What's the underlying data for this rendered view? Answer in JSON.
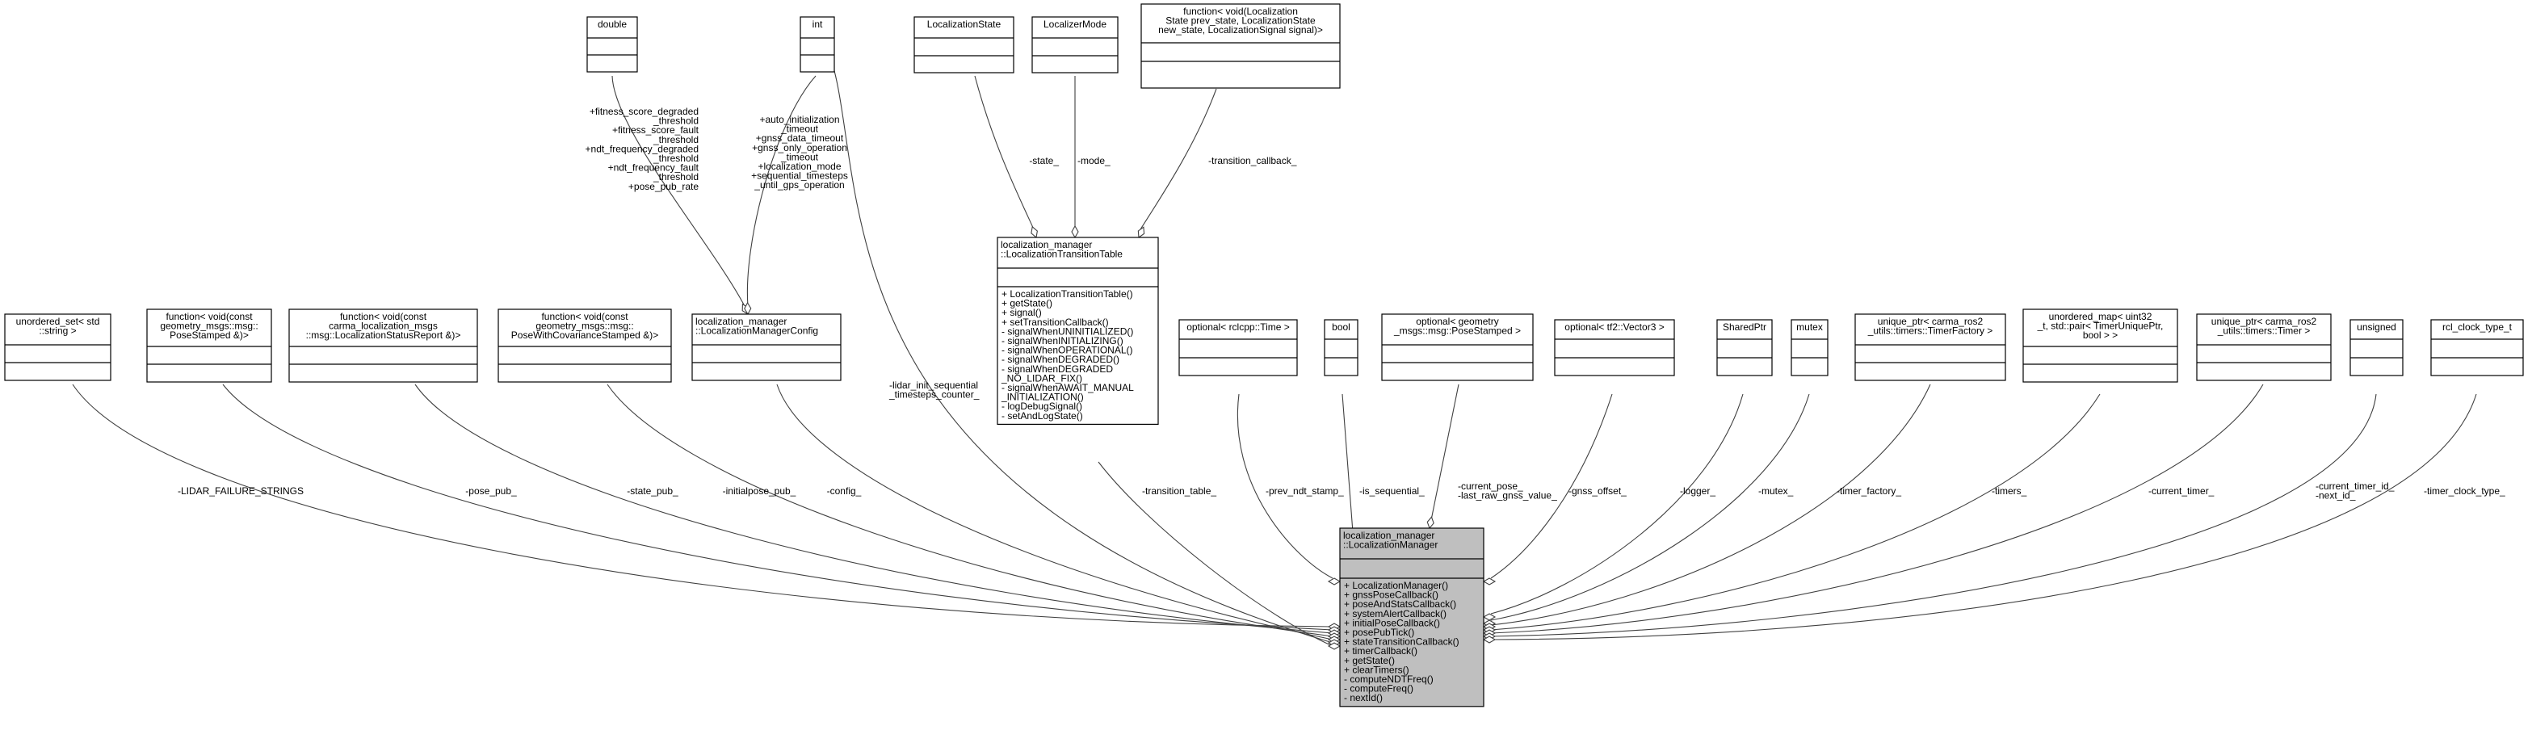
{
  "classes": [
    {
      "id": "double",
      "title": [
        "double"
      ],
      "members": []
    },
    {
      "id": "int",
      "title": [
        "int"
      ],
      "members": []
    },
    {
      "id": "localization_state",
      "title": [
        "LocalizationState"
      ],
      "members": []
    },
    {
      "id": "localizer_mode",
      "title": [
        "LocalizerMode"
      ],
      "members": []
    },
    {
      "id": "transition_callback_type",
      "title": [
        "function< void(Localization",
        "State prev_state, LocalizationState",
        " new_state, LocalizationSignal signal)>"
      ],
      "members": []
    },
    {
      "id": "transition_table",
      "title": [
        "localization_manager",
        "::LocalizationTransitionTable"
      ],
      "members": [
        "+ LocalizationTransitionTable()",
        "+ getState()",
        "+ signal()",
        "+ setTransitionCallback()",
        "- signalWhenUNINITIALIZED()",
        "- signalWhenINITIALIZING()",
        "- signalWhenOPERATIONAL()",
        "- signalWhenDEGRADED()",
        "- signalWhenDEGRADED",
        "_NO_LIDAR_FIX()",
        "- signalWhenAWAIT_MANUAL",
        "_INITIALIZATION()",
        "- logDebugSignal()",
        "- setAndLogState()"
      ]
    },
    {
      "id": "unordered_set",
      "title": [
        "unordered_set< std",
        "::string >"
      ],
      "members": []
    },
    {
      "id": "fn_pose_stamped",
      "title": [
        "function< void(const",
        " geometry_msgs::msg::",
        "PoseStamped &)>"
      ],
      "members": []
    },
    {
      "id": "fn_status_report",
      "title": [
        "function< void(const",
        " carma_localization_msgs",
        "::msg::LocalizationStatusReport &)>"
      ],
      "members": []
    },
    {
      "id": "fn_pose_cov",
      "title": [
        "function< void(const",
        " geometry_msgs::msg::",
        "PoseWithCovarianceStamped &)>"
      ],
      "members": []
    },
    {
      "id": "manager_config",
      "title": [
        "localization_manager",
        "::LocalizationManagerConfig"
      ],
      "members": []
    },
    {
      "id": "optional_time",
      "title": [
        "optional< rclcpp::Time >"
      ],
      "members": []
    },
    {
      "id": "bool",
      "title": [
        "bool"
      ],
      "members": []
    },
    {
      "id": "optional_pose",
      "title": [
        "optional< geometry",
        "_msgs::msg::PoseStamped >"
      ],
      "members": []
    },
    {
      "id": "optional_vector",
      "title": [
        "optional< tf2::Vector3 >"
      ],
      "members": []
    },
    {
      "id": "shared_ptr",
      "title": [
        "SharedPtr"
      ],
      "members": []
    },
    {
      "id": "mutex",
      "title": [
        "mutex"
      ],
      "members": []
    },
    {
      "id": "unique_ptr_factory",
      "title": [
        "unique_ptr< carma_ros2",
        "_utils::timers::TimerFactory >"
      ],
      "members": []
    },
    {
      "id": "unordered_map",
      "title": [
        "unordered_map< uint32",
        "_t, std::pair< TimerUniquePtr,",
        " bool > >"
      ],
      "members": []
    },
    {
      "id": "unique_ptr_timer",
      "title": [
        "unique_ptr< carma_ros2",
        "_utils::timers::Timer >"
      ],
      "members": []
    },
    {
      "id": "unsigned",
      "title": [
        "unsigned"
      ],
      "members": []
    },
    {
      "id": "rcl_clock",
      "title": [
        "rcl_clock_type_t"
      ],
      "members": []
    },
    {
      "id": "manager",
      "title": [
        "localization_manager",
        "::LocalizationManager"
      ],
      "members": [
        "+ LocalizationManager()",
        "+ gnssPoseCallback()",
        "+ poseAndStatsCallback()",
        "+ systemAlertCallback()",
        "+ initialPoseCallback()",
        "+ posePubTick()",
        "+ stateTransitionCallback()",
        "+ timerCallback()",
        "+ getState()",
        "+ clearTimers()",
        "- computeNDTFreq()",
        "- computeFreq()",
        "- nextId()"
      ]
    }
  ],
  "edges": [
    {
      "id": "e_double_config",
      "from": "double",
      "to": "manager_config",
      "label": [
        "+fitness_score_degraded",
        "_threshold",
        "+fitness_score_fault",
        "_threshold",
        "+ndt_frequency_degraded",
        "_threshold",
        "+ndt_frequency_fault",
        "_threshold",
        "+pose_pub_rate"
      ]
    },
    {
      "id": "e_int_config",
      "from": "int",
      "to": "manager_config",
      "label": [
        "+auto_initialization",
        "_timeout",
        "+gnss_data_timeout",
        "+gnss_only_operation",
        "_timeout",
        "+localization_mode",
        "+sequential_timesteps",
        "_until_gps_operation"
      ]
    },
    {
      "id": "e_state",
      "from": "localization_state",
      "to": "transition_table",
      "label": [
        "-state_"
      ]
    },
    {
      "id": "e_mode",
      "from": "localizer_mode",
      "to": "transition_table",
      "label": [
        "-mode_"
      ]
    },
    {
      "id": "e_transition_cb",
      "from": "transition_callback_type",
      "to": "transition_table",
      "label": [
        "-transition_callback_"
      ]
    },
    {
      "id": "e_lidar_strings",
      "from": "unordered_set",
      "to": "manager",
      "label": [
        "-LIDAR_FAILURE_STRINGS"
      ]
    },
    {
      "id": "e_pose_pub",
      "from": "fn_pose_stamped",
      "to": "manager",
      "label": [
        "-pose_pub_"
      ]
    },
    {
      "id": "e_state_pub",
      "from": "fn_status_report",
      "to": "manager",
      "label": [
        "-state_pub_"
      ]
    },
    {
      "id": "e_initialpose_pub",
      "from": "fn_pose_cov",
      "to": "manager",
      "label": [
        "-initialpose_pub_"
      ]
    },
    {
      "id": "e_config",
      "from": "manager_config",
      "to": "manager",
      "label": [
        "-config_"
      ]
    },
    {
      "id": "e_lidar_counter",
      "from": "int",
      "to": "manager",
      "label": [
        "-lidar_init_sequential",
        "_timesteps_counter_"
      ]
    },
    {
      "id": "e_transition_table",
      "from": "transition_table",
      "to": "manager",
      "label": [
        "-transition_table_"
      ]
    },
    {
      "id": "e_prev_ndt",
      "from": "optional_time",
      "to": "manager",
      "label": [
        "-prev_ndt_stamp_"
      ]
    },
    {
      "id": "e_is_seq",
      "from": "bool",
      "to": "manager",
      "label": [
        "-is_sequential_"
      ]
    },
    {
      "id": "e_current_pose",
      "from": "optional_pose",
      "to": "manager",
      "label": [
        "-current_pose_",
        "-last_raw_gnss_value_"
      ]
    },
    {
      "id": "e_gnss_offset",
      "from": "optional_vector",
      "to": "manager",
      "label": [
        "-gnss_offset_"
      ]
    },
    {
      "id": "e_logger",
      "from": "shared_ptr",
      "to": "manager",
      "label": [
        "-logger_"
      ]
    },
    {
      "id": "e_mutex",
      "from": "mutex",
      "to": "manager",
      "label": [
        "-mutex_"
      ]
    },
    {
      "id": "e_timer_factory",
      "from": "unique_ptr_factory",
      "to": "manager",
      "label": [
        "-timer_factory_"
      ]
    },
    {
      "id": "e_timers",
      "from": "unordered_map",
      "to": "manager",
      "label": [
        "-timers_"
      ]
    },
    {
      "id": "e_current_timer",
      "from": "unique_ptr_timer",
      "to": "manager",
      "label": [
        "-current_timer_"
      ]
    },
    {
      "id": "e_timer_id",
      "from": "unsigned",
      "to": "manager",
      "label": [
        "-current_timer_id_",
        "-next_id_"
      ]
    },
    {
      "id": "e_clock_type",
      "from": "rcl_clock",
      "to": "manager",
      "label": [
        "-timer_clock_type_"
      ]
    }
  ]
}
